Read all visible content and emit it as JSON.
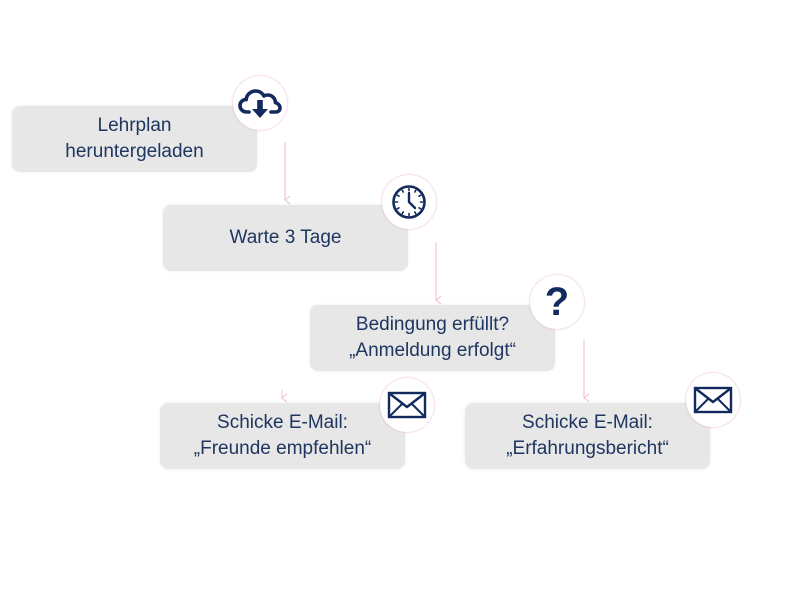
{
  "nodes": [
    {
      "id": "downloaded",
      "lines": [
        "Lehrplan",
        "heruntergeladen"
      ],
      "icon": "cloud-download-icon"
    },
    {
      "id": "wait",
      "lines": [
        "Warte 3 Tage"
      ],
      "icon": "clock-icon"
    },
    {
      "id": "condition",
      "lines": [
        "Bedingung erfüllt?",
        "„Anmeldung erfolgt“"
      ],
      "icon": "question-mark-icon"
    },
    {
      "id": "email-friends",
      "lines": [
        "Schicke E-Mail:",
        "„Freunde empfehlen“"
      ],
      "icon": "envelope-icon"
    },
    {
      "id": "email-report",
      "lines": [
        "Schicke E-Mail:",
        "„Erfahrungsbericht“"
      ],
      "icon": "envelope-icon"
    }
  ],
  "edges": [
    {
      "from": "downloaded",
      "to": "wait"
    },
    {
      "from": "wait",
      "to": "condition"
    },
    {
      "from": "condition",
      "to": "email-friends"
    },
    {
      "from": "condition",
      "to": "email-report"
    }
  ],
  "icons": {
    "question_mark": "?"
  },
  "colors": {
    "box_fill": "#e7e7e7",
    "text": "#1f3660",
    "icon": "#132a5e",
    "connector": "#f2b8d6"
  }
}
